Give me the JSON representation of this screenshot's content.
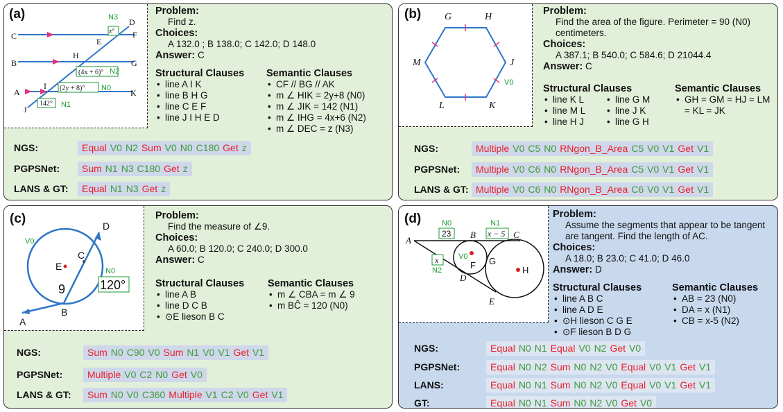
{
  "panels": {
    "a": {
      "label": "(a)",
      "problem_heading": "Problem:",
      "problem_text": "Find z.",
      "choices_heading": "Choices:",
      "choices_text": "A 132.0 ;  B 138.0;  C 142.0;  D 148.0",
      "answer_heading": "Answer:",
      "answer_value": "C",
      "structural_heading": "Structural Clauses",
      "structural": [
        "line A I K",
        "line B H G",
        "line C E F",
        "line J I H E D"
      ],
      "semantic_heading": "Semantic Clauses",
      "semantic": [
        "CF // BG // AK",
        "m ∠ HIK = 2y+8 (N0)",
        "m ∠ JIK = 142 (N1)",
        "m ∠ IHG = 4x+6 (N2)",
        "m ∠ DEC = z (N3)"
      ],
      "figure": {
        "points": [
          "C",
          "D",
          "E",
          "F",
          "B",
          "H",
          "G",
          "A",
          "I",
          "K",
          "J"
        ],
        "angle_labels": [
          "z°",
          "(4x + 6)°",
          "(2y + 8)°",
          "142°"
        ],
        "tags": [
          "N3",
          "N2",
          "N0",
          "N1"
        ]
      },
      "methods": [
        {
          "name": "NGS:",
          "tokens": [
            "Equal",
            "V0",
            "N2",
            "Sum",
            "V0",
            "N0",
            "C180",
            "Get",
            "z"
          ]
        },
        {
          "name": "PGPSNet:",
          "tokens": [
            "Sum",
            "N1",
            "N3",
            "C180",
            "Get",
            "z"
          ]
        },
        {
          "name": "LANS & GT:",
          "tokens": [
            "Equal",
            "N1",
            "N3",
            "Get",
            "z"
          ]
        }
      ]
    },
    "b": {
      "label": "(b)",
      "problem_heading": "Problem:",
      "problem_text": "Find the area of the figure. Perimeter = 90 (N0) centimeters.",
      "choices_heading": "Choices:",
      "choices_text": "A 387.1;  B 540.0;  C 584.6;  D 21044.4",
      "answer_heading": "Answer:",
      "answer_value": "C",
      "structural_heading": "Structural Clauses",
      "structural": [
        "line K L",
        "line M L",
        "line H J",
        "line G M",
        "line J K",
        "line G H"
      ],
      "semantic_heading": "Semantic Clauses",
      "semantic": [
        "GH = GM = HJ = LM = KL = JK"
      ],
      "figure": {
        "points": [
          "G",
          "H",
          "M",
          "J",
          "L",
          "K"
        ],
        "tags": [
          "V0"
        ]
      },
      "methods": [
        {
          "name": "NGS:",
          "tokens": [
            "Multiple",
            "V0",
            "C5",
            "N0",
            "RNgon_B_Area",
            "C5",
            "V0",
            "V1",
            "Get",
            "V1"
          ]
        },
        {
          "name": "PGPSNet:",
          "tokens": [
            "Multiple",
            "V0",
            "C6",
            "N0",
            "RNgon_B_Area",
            "C5",
            "V0",
            "V1",
            "Get",
            "V1"
          ]
        },
        {
          "name": "LANS & GT:",
          "tokens": [
            "Multiple",
            "V0",
            "C6",
            "N0",
            "RNgon_B_Area",
            "C6",
            "V0",
            "V1",
            "Get",
            "V1"
          ]
        }
      ]
    },
    "c": {
      "label": "(c)",
      "problem_heading": "Problem:",
      "problem_text": "Find the measure of ∠9.",
      "choices_heading": "Choices:",
      "choices_text": "A 60.0;  B 120.0;  C 240.0;  D 300.0",
      "answer_heading": "Answer:",
      "answer_value": "C",
      "structural_heading": "Structural Clauses",
      "structural": [
        "line A B",
        "line D C B",
        "⊙E lieson B C"
      ],
      "semantic_heading": "Semantic Clauses",
      "semantic": [
        "m ∠ CBA = m ∠ 9",
        "m BĈ = 120 (N0)"
      ],
      "figure": {
        "points": [
          "D",
          "C",
          "E",
          "A",
          "B"
        ],
        "angle_labels": [
          "9",
          "120°"
        ],
        "tags": [
          "V0",
          "N0"
        ]
      },
      "methods": [
        {
          "name": "NGS:",
          "tokens": [
            "Sum",
            "N0",
            "C90",
            "V0",
            "Sum",
            "N1",
            "V0",
            "V1",
            "Get",
            "V1"
          ]
        },
        {
          "name": "PGPSNet:",
          "tokens": [
            "Multiple",
            "V0",
            "C2",
            "N0",
            "Get",
            "V0"
          ]
        },
        {
          "name": "LANS & GT:",
          "tokens": [
            "Sum",
            "N0",
            "V0",
            "C360",
            "Multiple",
            "V1",
            "C2",
            "V0",
            "Get",
            "V1"
          ]
        }
      ]
    },
    "d": {
      "label": "(d)",
      "problem_heading": "Problem:",
      "problem_text": "Assume the segments that appear to be tangent are tangent. Find the length of AC.",
      "choices_heading": "Choices:",
      "choices_text": "A 18.0;  B 23.0;  C 41.0;  D 46.0",
      "answer_heading": "Answer:",
      "answer_value": "D",
      "structural_heading": "Structural Clauses",
      "structural": [
        "line A B C",
        "line A D E",
        "⊙H lieson C G E",
        "⊙F lieson B D G"
      ],
      "semantic_heading": "Semantic Clauses",
      "semantic": [
        "AB = 23 (N0)",
        "DA = x (N1)",
        "CB = x-5 (N2)"
      ],
      "figure": {
        "points": [
          "A",
          "B",
          "C",
          "F",
          "G",
          "H",
          "D",
          "E"
        ],
        "lengths": [
          "23",
          "x − 5",
          "x"
        ],
        "tags": [
          "N0",
          "N1",
          "N2",
          "V0"
        ]
      },
      "methods": [
        {
          "name": "NGS:",
          "tokens": [
            "Equal",
            "N0",
            "N1",
            "Equal",
            "V0",
            "N2",
            "Get",
            "V0"
          ]
        },
        {
          "name": "PGPSNet:",
          "tokens": [
            "Equal",
            "N0",
            "N2",
            "Sum",
            "N0",
            "N2",
            "V0",
            "Equal",
            "V0",
            "V1",
            "Get",
            "V1"
          ]
        },
        {
          "name": "LANS:",
          "tokens": [
            "Equal",
            "N0",
            "N1",
            "Sum",
            "N0",
            "N2",
            "V0",
            "Equal",
            "V0",
            "V1",
            "Get",
            "V1"
          ]
        },
        {
          "name": "GT:",
          "tokens": [
            "Equal",
            "N0",
            "N1",
            "Sum",
            "N0",
            "N2",
            "V0",
            "Get",
            "V0"
          ]
        }
      ]
    }
  },
  "colors": {
    "operator": "#e8202a",
    "operand": "#3f9a3a",
    "panel_green": "#e2efd9",
    "panel_blue": "#c8d9ee",
    "figure_line": "#2e75c8",
    "tick_mark": "#e0337a"
  }
}
